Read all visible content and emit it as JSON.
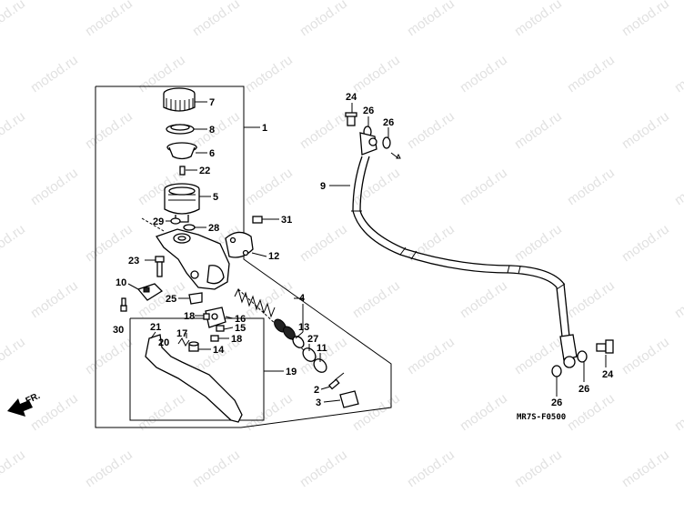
{
  "watermark": "motod.ru",
  "diagram_code": "MR7S-F0500",
  "direction_label": "FR.",
  "callouts": [
    {
      "id": "c1",
      "label": "1"
    },
    {
      "id": "c2",
      "label": "2"
    },
    {
      "id": "c3",
      "label": "3"
    },
    {
      "id": "c4",
      "label": "4"
    },
    {
      "id": "c5",
      "label": "5"
    },
    {
      "id": "c6",
      "label": "6"
    },
    {
      "id": "c7",
      "label": "7"
    },
    {
      "id": "c8",
      "label": "8"
    },
    {
      "id": "c9",
      "label": "9"
    },
    {
      "id": "c10",
      "label": "10"
    },
    {
      "id": "c11",
      "label": "11"
    },
    {
      "id": "c12",
      "label": "12"
    },
    {
      "id": "c13",
      "label": "13"
    },
    {
      "id": "c14",
      "label": "14"
    },
    {
      "id": "c15",
      "label": "15"
    },
    {
      "id": "c16",
      "label": "16"
    },
    {
      "id": "c17",
      "label": "17"
    },
    {
      "id": "c18a",
      "label": "18"
    },
    {
      "id": "c18b",
      "label": "18"
    },
    {
      "id": "c19",
      "label": "19"
    },
    {
      "id": "c20",
      "label": "20"
    },
    {
      "id": "c21",
      "label": "21"
    },
    {
      "id": "c22",
      "label": "22"
    },
    {
      "id": "c23",
      "label": "23"
    },
    {
      "id": "c24a",
      "label": "24"
    },
    {
      "id": "c24b",
      "label": "24"
    },
    {
      "id": "c25",
      "label": "25"
    },
    {
      "id": "c26a",
      "label": "26"
    },
    {
      "id": "c26b",
      "label": "26"
    },
    {
      "id": "c26c",
      "label": "26"
    },
    {
      "id": "c26d",
      "label": "26"
    },
    {
      "id": "c27",
      "label": "27"
    },
    {
      "id": "c28",
      "label": "28"
    },
    {
      "id": "c29",
      "label": "29"
    },
    {
      "id": "c30",
      "label": "30"
    },
    {
      "id": "c31",
      "label": "31"
    }
  ]
}
